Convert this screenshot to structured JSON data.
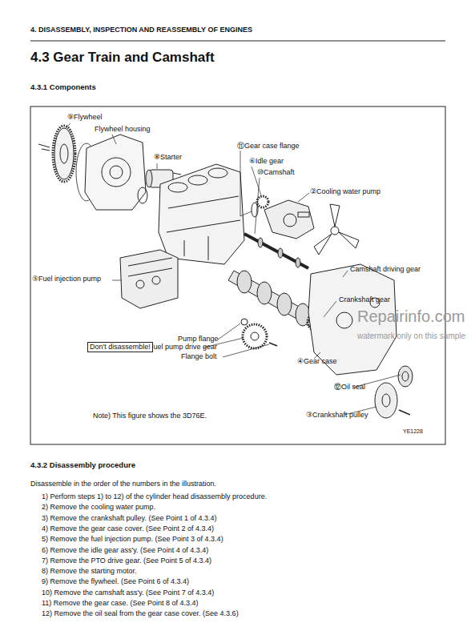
{
  "diagram": {
    "title": "4.3 Gear Train and Camshaft",
    "nodes": [
      {
        "text": [
          "Don't disassemble!"
        ]
      }
    ],
    "labels": [
      "4. DISASSEMBLY, INSPECTION AND REASSEMBLY OF ENGINES",
      "4.3.1 Components",
      "⑨Flywheel",
      "Flywheel housing",
      "⑧Starter",
      "⑪Gear case flange",
      "⑥Idle gear",
      "⑩Camshaft",
      "②Cooling water pump",
      "⑤Fuel injection pump",
      "Camshaft driving gear",
      "Crankshaft gear",
      "Pump flange",
      "Fuel pump drive gear",
      "Flange bolt",
      "④Gear case",
      "⑫Oil seal",
      "Note) This figure shows the 3D76E.",
      "③Crankshaft pulley",
      "YE1228",
      "Repairinfo.com",
      "watermark only on this sample",
      "4.3.2 Disassembly procedure",
      "Disassemble in the order of the numbers in the illustration.",
      "1) Perform steps 1) to 12) of the cylinder head disassembly procedure.",
      "2) Remove the cooling water pump.",
      "3) Remove the crankshaft pulley. (See Point 1 of 4.3.4)",
      "4) Remove the gear case cover. (See Point 2 of 4.3.4)",
      "5) Remove the fuel injection pump. (See Point 3 of 4.3.4)",
      "6) Remove the idle gear ass'y. (See Point 4 of 4.3.4)",
      "7) Remove the PTO drive gear. (See Point 5 of 4.3.4)",
      "8) Remove the starting motor.",
      "9) Remove the flywheel. (See Point 6 of 4.3.4)",
      "10) Remove the camshaft ass'y. (See Point 7 of 4.3.4)",
      "11) Remove the gear case. (See Point 8 of 4.3.4)",
      "12) Remove the oil seal from the gear case cover. (See 4.3.6)"
    ]
  }
}
